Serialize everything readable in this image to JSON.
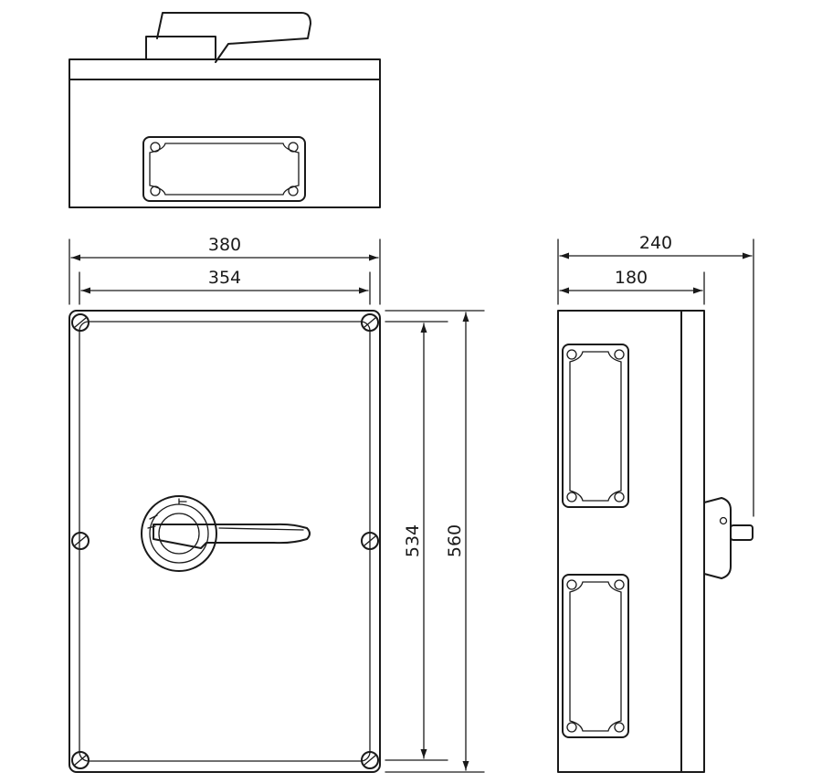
{
  "dimensions": {
    "overall_width": "380",
    "inner_width": "354",
    "inner_height": "534",
    "overall_height": "560",
    "overall_depth": "240",
    "body_depth": "180"
  },
  "colors": {
    "line": "#1a1a1a",
    "background": "#ffffff"
  }
}
